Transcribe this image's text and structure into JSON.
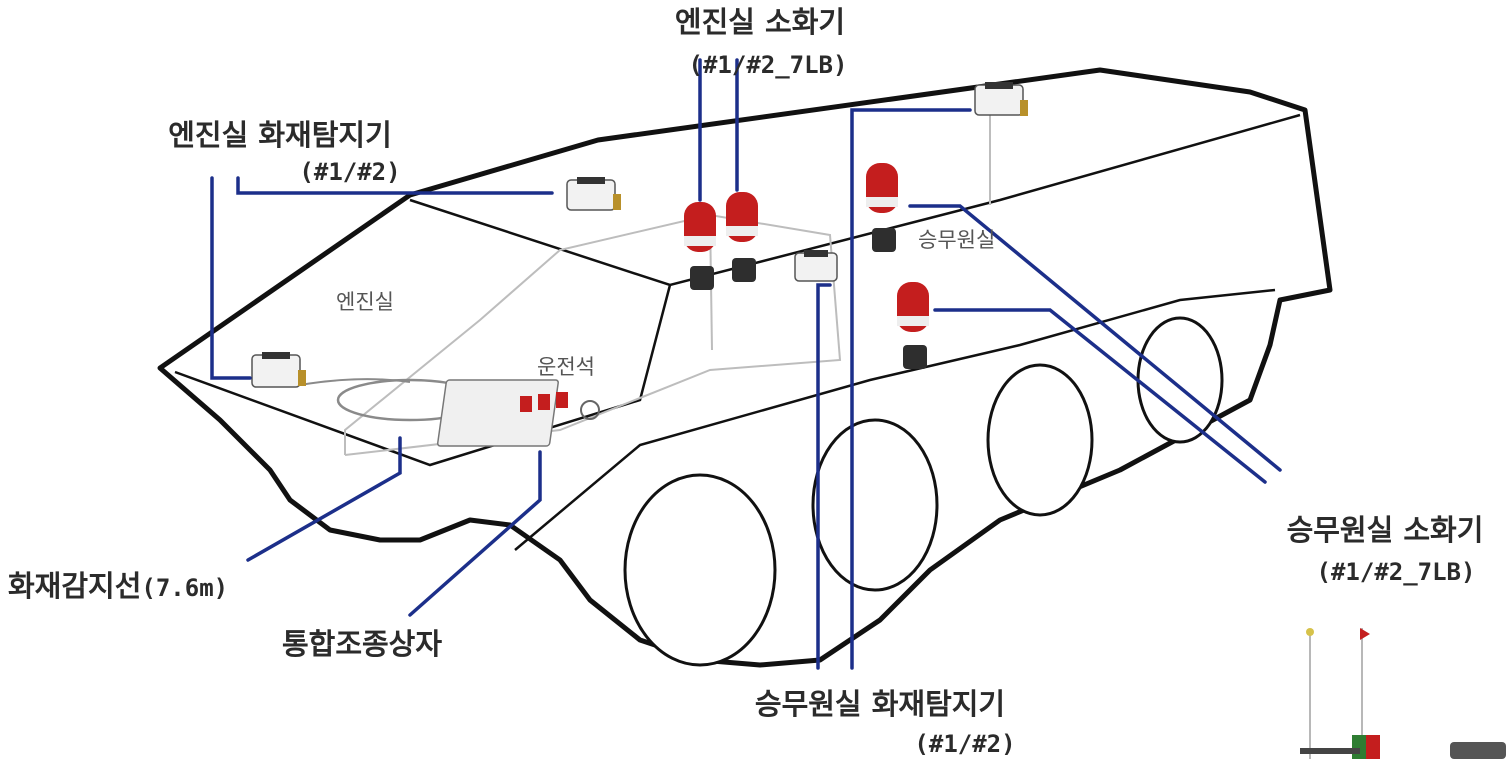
{
  "colors": {
    "leader_line": "#1c2f8a",
    "extinguisher_red": "#c41e1e",
    "hull_outline": "#111111",
    "label_text": "#2b2b2b"
  },
  "labels": {
    "engine_extinguisher": {
      "title": "엔진실 소화기",
      "sub": "(#1/#2_7LB)"
    },
    "engine_detector": {
      "title": "엔진실 화재탐지기",
      "sub": "(#1/#2)"
    },
    "crew_extinguisher": {
      "title": "승무원실 소화기",
      "sub": "(#1/#2_7LB)"
    },
    "crew_detector": {
      "title": "승무원실 화재탐지기",
      "sub": "(#1/#2)"
    },
    "fire_wire": {
      "title": "화재감지선",
      "sub": "(7.6m)"
    },
    "control_box": {
      "title": "통합조종상자"
    }
  },
  "zones": {
    "engine_room": "엔진실",
    "driver_seat": "운전석",
    "crew_room": "승무원실"
  }
}
